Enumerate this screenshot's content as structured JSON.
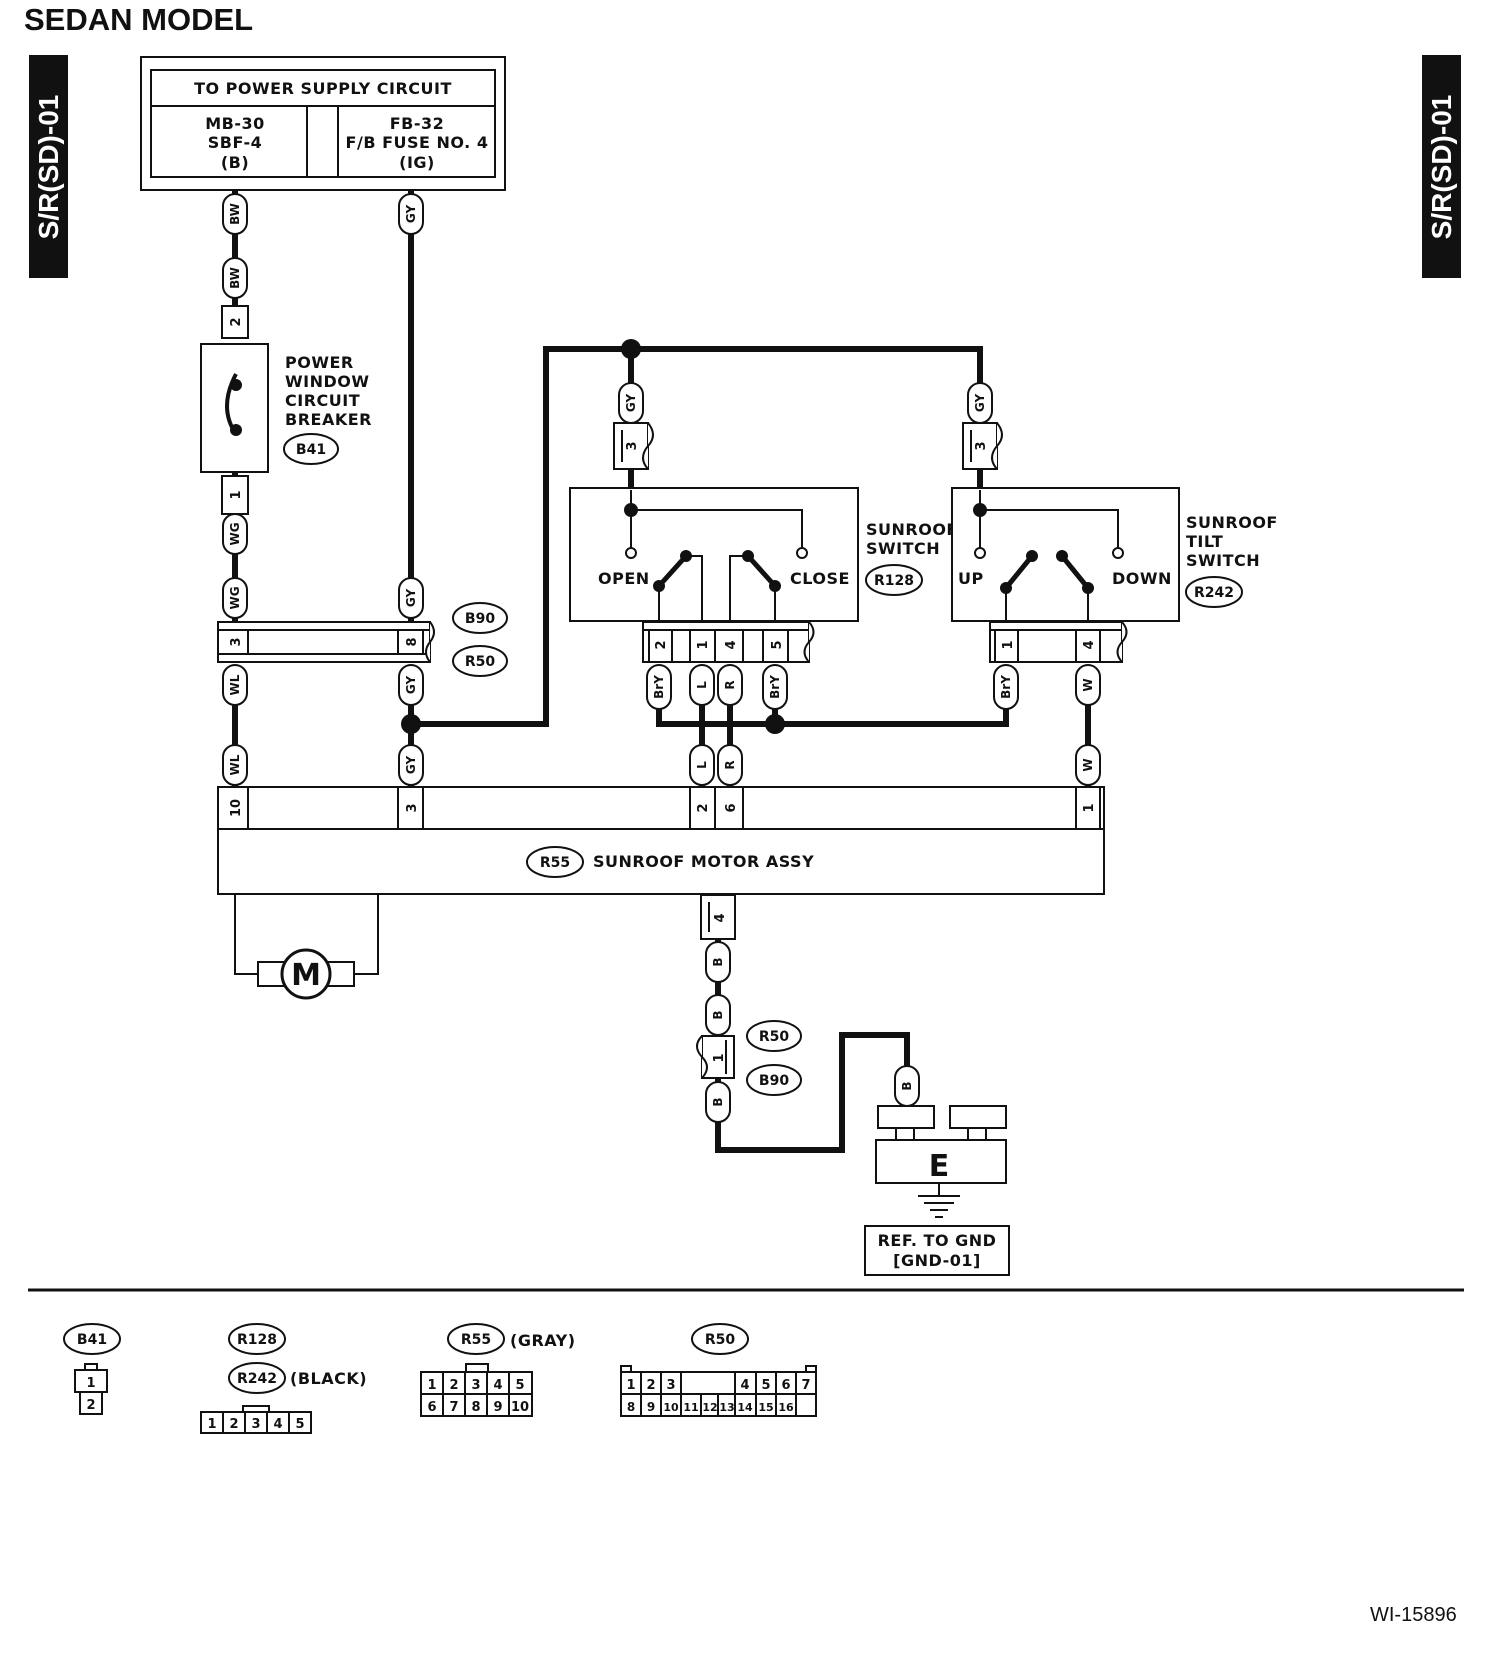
{
  "title": "SEDAN MODEL",
  "side_tab": "S/R(SD)-01",
  "figure_code": "WI-15896",
  "power": {
    "header": "TO POWER SUPPLY CIRCUIT",
    "left": [
      "MB-30",
      "SBF-4",
      "(B)"
    ],
    "right": [
      "FB-32",
      "F/B FUSE NO. 4",
      "(IG)"
    ]
  },
  "breaker": {
    "lines": [
      "POWER",
      "WINDOW",
      "CIRCUIT",
      "BREAKER"
    ],
    "connector": "B41",
    "pins": [
      "2",
      "1"
    ]
  },
  "wires": {
    "bw": "BW",
    "gy": "GY",
    "wg": "WG",
    "wl": "WL",
    "bry": "BrY",
    "l": "L",
    "r": "R",
    "w": "W",
    "b": "B"
  },
  "junction": {
    "connectors": [
      "B90",
      "R50"
    ],
    "pins": [
      "3",
      "8"
    ]
  },
  "sunroof_switch": {
    "label": [
      "SUNROOF",
      "SWITCH"
    ],
    "connector": "R128",
    "open": "OPEN",
    "close": "CLOSE",
    "top_pin": "3",
    "pins": [
      "2",
      "1",
      "4",
      "5"
    ]
  },
  "tilt_switch": {
    "label": [
      "SUNROOF",
      "TILT",
      "SWITCH"
    ],
    "connector": "R242",
    "up": "UP",
    "down": "DOWN",
    "top_pin": "3",
    "pins": [
      "1",
      "4"
    ]
  },
  "motor_assy": {
    "connector": "R55",
    "label": "SUNROOF MOTOR ASSY",
    "pins": [
      "10",
      "3",
      "2",
      "6",
      "1"
    ],
    "bottom_pin": "4",
    "motor": "M"
  },
  "ground": {
    "connectors": [
      "R50",
      "B90"
    ],
    "pin": "1",
    "symbol": "E",
    "ref": [
      "REF. TO GND",
      "[GND-01]"
    ]
  },
  "legend": {
    "b41": {
      "name": "B41",
      "pins": [
        "1",
        "2"
      ]
    },
    "r128": {
      "name": "R128",
      "name2": "R242",
      "color": "(BLACK)",
      "pins": [
        "1",
        "2",
        "3",
        "4",
        "5"
      ]
    },
    "r55": {
      "name": "R55",
      "color": "(GRAY)",
      "pins": [
        "1",
        "2",
        "3",
        "4",
        "5",
        "6",
        "7",
        "8",
        "9",
        "10"
      ]
    },
    "r50": {
      "name": "R50",
      "pins": [
        "1",
        "2",
        "3",
        "4",
        "5",
        "6",
        "7",
        "8",
        "9",
        "10",
        "11",
        "12",
        "13",
        "14",
        "15",
        "16"
      ]
    }
  }
}
